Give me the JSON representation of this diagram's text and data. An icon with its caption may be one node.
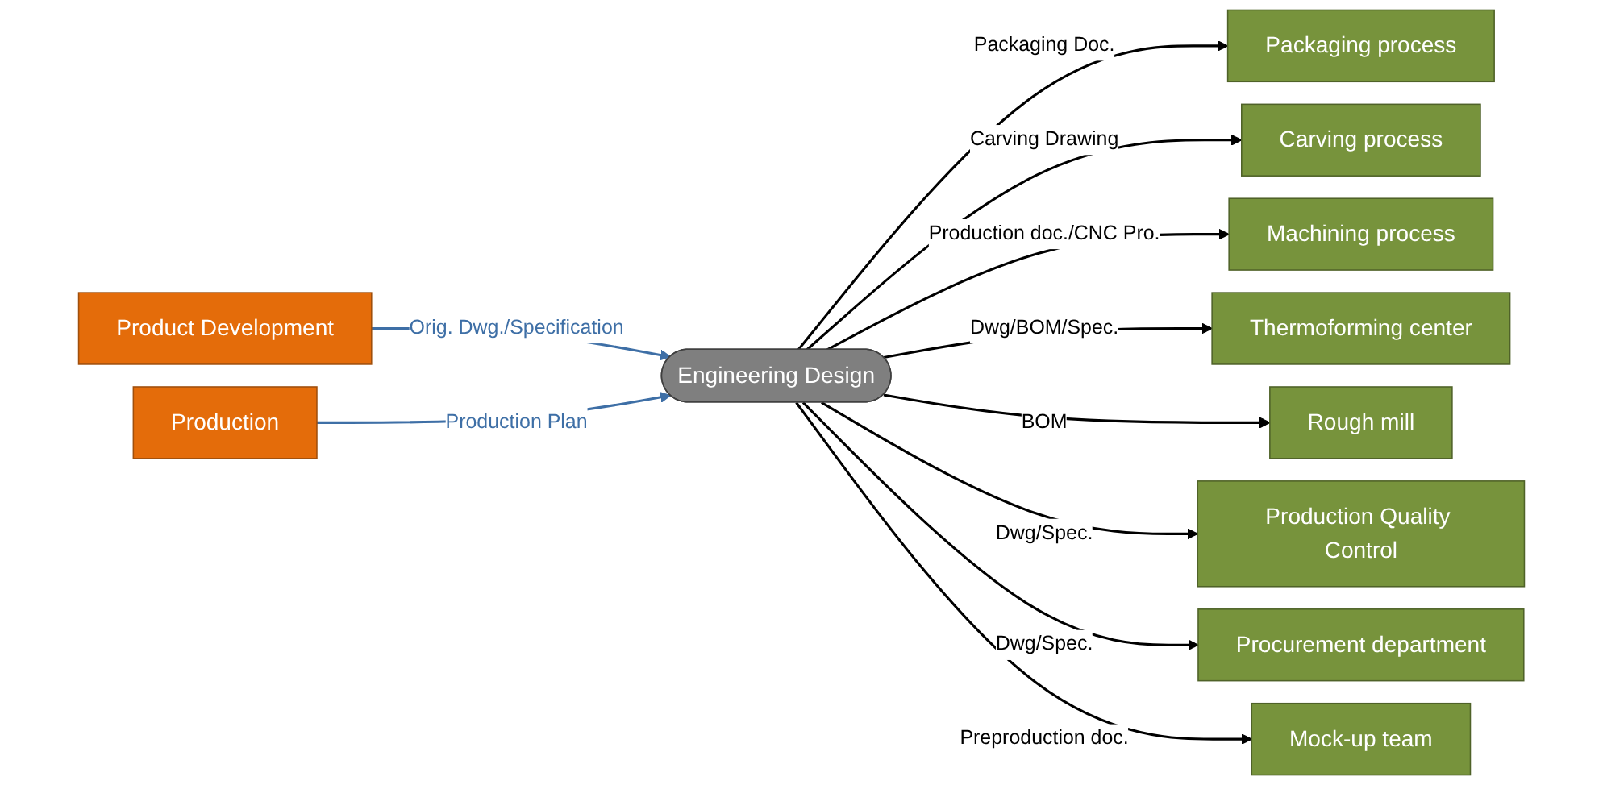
{
  "diagram": {
    "nodes": [
      {
        "text": [
          "Product Development"
        ]
      },
      {
        "text": [
          "Production"
        ]
      },
      {
        "text": [
          "Engineering Design"
        ]
      },
      {
        "text": [
          "Packaging process"
        ]
      },
      {
        "text": [
          "Carving process"
        ]
      },
      {
        "text": [
          "Machining process"
        ]
      },
      {
        "text": [
          "Thermoforming center"
        ]
      },
      {
        "text": [
          "Rough mill"
        ]
      },
      {
        "text": [
          "Production Quality Control"
        ]
      },
      {
        "text": [
          "Procurement department"
        ]
      },
      {
        "text": [
          "Mock-up team"
        ]
      }
    ],
    "edges": [
      {
        "from": 0,
        "to": 2,
        "arrow": "to",
        "label": "Orig. Dwg./Specification",
        "color": "#3e6fa6"
      },
      {
        "from": 1,
        "to": 2,
        "arrow": "to",
        "label": "Production Plan",
        "color": "#3e6fa6"
      },
      {
        "from": 2,
        "to": 3,
        "arrow": "to",
        "label": "Packaging Doc."
      },
      {
        "from": 2,
        "to": 4,
        "arrow": "to",
        "label": "Carving Drawing"
      },
      {
        "from": 2,
        "to": 5,
        "arrow": "to",
        "label": "Production doc./CNC Pro."
      },
      {
        "from": 2,
        "to": 6,
        "arrow": "to",
        "label": "Dwg/BOM/Spec."
      },
      {
        "from": 2,
        "to": 7,
        "arrow": "to",
        "label": "BOM"
      },
      {
        "from": 2,
        "to": 8,
        "arrow": "to",
        "label": "Dwg/Spec."
      },
      {
        "from": 2,
        "to": 9,
        "arrow": "to",
        "label": "Dwg/Spec."
      },
      {
        "from": 2,
        "to": 10,
        "arrow": "to",
        "label": "Preproduction doc."
      }
    ]
  }
}
